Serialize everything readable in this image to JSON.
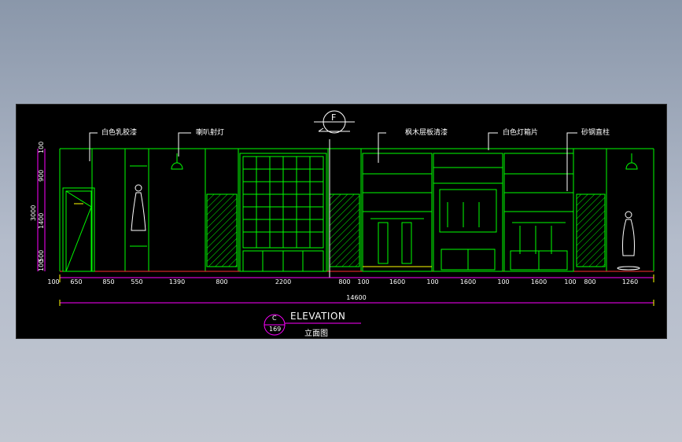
{
  "callouts": {
    "paint": "白色乳胶漆",
    "spotlight": "喇叭射灯",
    "shelf": "枫木层板清漆",
    "lightbox": "白色灯箱片",
    "pillar": "砂钢直柱"
  },
  "section_marker": "F",
  "widths": [
    "100",
    "650",
    "850",
    "550",
    "1390",
    "800",
    "2200",
    "800",
    "100",
    "1600",
    "100",
    "1600",
    "100",
    "1600",
    "100",
    "800",
    "1260"
  ],
  "total_width": "14600",
  "heights": [
    "100",
    "900",
    "1400",
    "500",
    "100"
  ],
  "total_height": "3000",
  "title": {
    "en": "ELEVATION",
    "cn": "立面图",
    "bubble_top": "C",
    "bubble_bottom": "169"
  },
  "colors": {
    "background": "#000000",
    "green": "#00ff00",
    "yellow": "#ffff00",
    "white": "#ffffff",
    "red": "#ff3030",
    "magenta": "#ff00ff"
  }
}
